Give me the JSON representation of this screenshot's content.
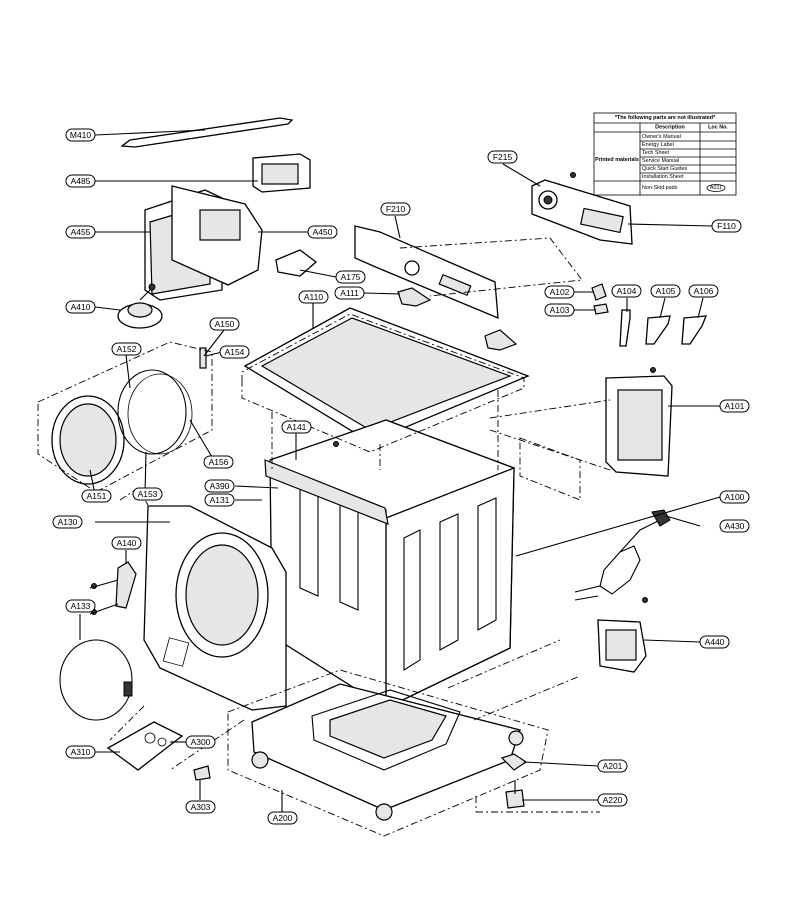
{
  "labels": {
    "M410": "M410",
    "A485": "A485",
    "A455": "A455",
    "A450": "A450",
    "A175": "A175",
    "A410": "A410",
    "A111": "A111",
    "A110": "A110",
    "A150": "A150",
    "A152": "A152",
    "A154": "A154",
    "A156": "A156",
    "A151": "A151",
    "A153": "A153",
    "A141": "A141",
    "A390": "A390",
    "A131": "A131",
    "A130": "A130",
    "A140": "A140",
    "A133": "A133",
    "A310": "A310",
    "A300": "A300",
    "A303": "A303",
    "A200": "A200",
    "A201": "A201",
    "A220": "A220",
    "A440": "A440",
    "A430": "A430",
    "A100": "A100",
    "A101": "A101",
    "A102": "A102",
    "A103": "A103",
    "A104": "A104",
    "A105": "A105",
    "A106": "A106",
    "F215": "F215",
    "F210": "F210",
    "F110": "F110"
  },
  "table": {
    "title": "*The following parts are not illustrated*",
    "col_description": "Description",
    "col_loc": "Loc No.",
    "group_label": "Printed materials",
    "rows": [
      "Owner's Manual",
      "Energy Label",
      "Tech Sheet",
      "Service Manual",
      "Quick Start Guides",
      "Installation Sheet"
    ],
    "last_row": "Non-Skid pads",
    "last_loc": "A011"
  }
}
